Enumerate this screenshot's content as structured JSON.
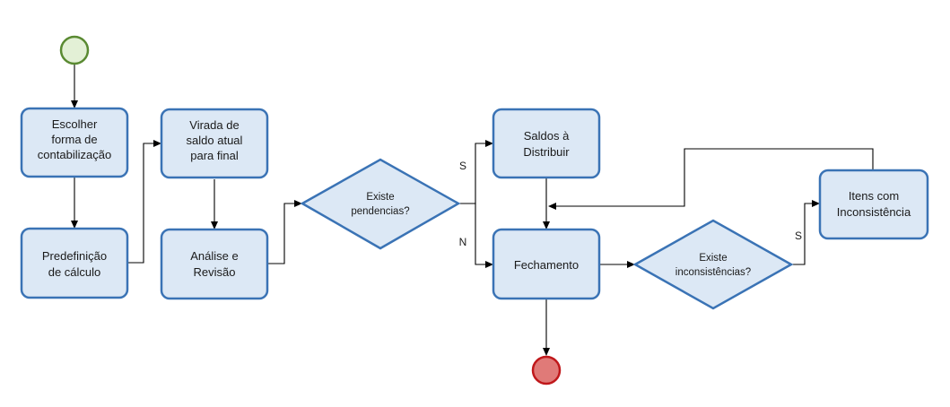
{
  "diagram": {
    "tasks": {
      "escolher": {
        "label": [
          "Escolher",
          "forma de",
          "contabilização"
        ]
      },
      "predefinicao": {
        "label": [
          "Predefinição",
          "de cálculo"
        ]
      },
      "virada": {
        "label": [
          "Virada de",
          "saldo atual",
          "para final"
        ]
      },
      "analise": {
        "label": [
          "Análise e",
          "Revisão"
        ]
      },
      "saldos": {
        "label": [
          "Saldos à",
          "Distribuir"
        ]
      },
      "fechamento": {
        "label": [
          "Fechamento"
        ]
      },
      "itens": {
        "label": [
          "Itens com",
          "Inconsistência"
        ]
      }
    },
    "gateways": {
      "pendencias": {
        "label": [
          "Existe",
          "pendencias?"
        ]
      },
      "inconsistencias": {
        "label": [
          "Existe",
          "inconsistências?"
        ]
      }
    },
    "edge_labels": {
      "pend_yes": "S",
      "pend_no": "N",
      "inc_yes": "S"
    },
    "colors": {
      "task_fill": "#dce8f5",
      "task_stroke": "#3a73b5",
      "start_fill": "#e3f0d6",
      "start_stroke": "#5a8a32",
      "end_fill": "#e07a78",
      "end_stroke": "#c0181b"
    }
  }
}
